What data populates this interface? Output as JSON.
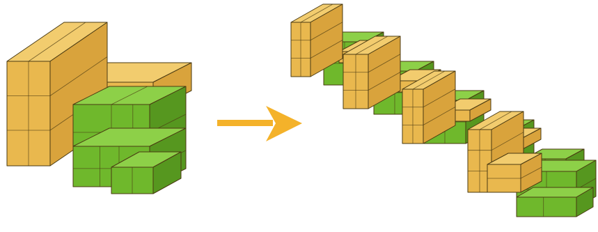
{
  "diagram": {
    "kind": "isometric-block-assembly",
    "colors": {
      "yellow_top": "#F2CC6E",
      "yellow_front": "#E9B84E",
      "yellow_side": "#D9A33C",
      "green_top": "#8DD048",
      "green_front": "#6FB82C",
      "green_side": "#56971F",
      "arrow": "#F4B22A",
      "edge": "#4A3A12"
    },
    "left_structure": {
      "label": "compact-block-cluster"
    },
    "arrow": {
      "direction": "right"
    },
    "right_structure": {
      "label": "expanded-block-chain",
      "unit_count": 5
    }
  }
}
